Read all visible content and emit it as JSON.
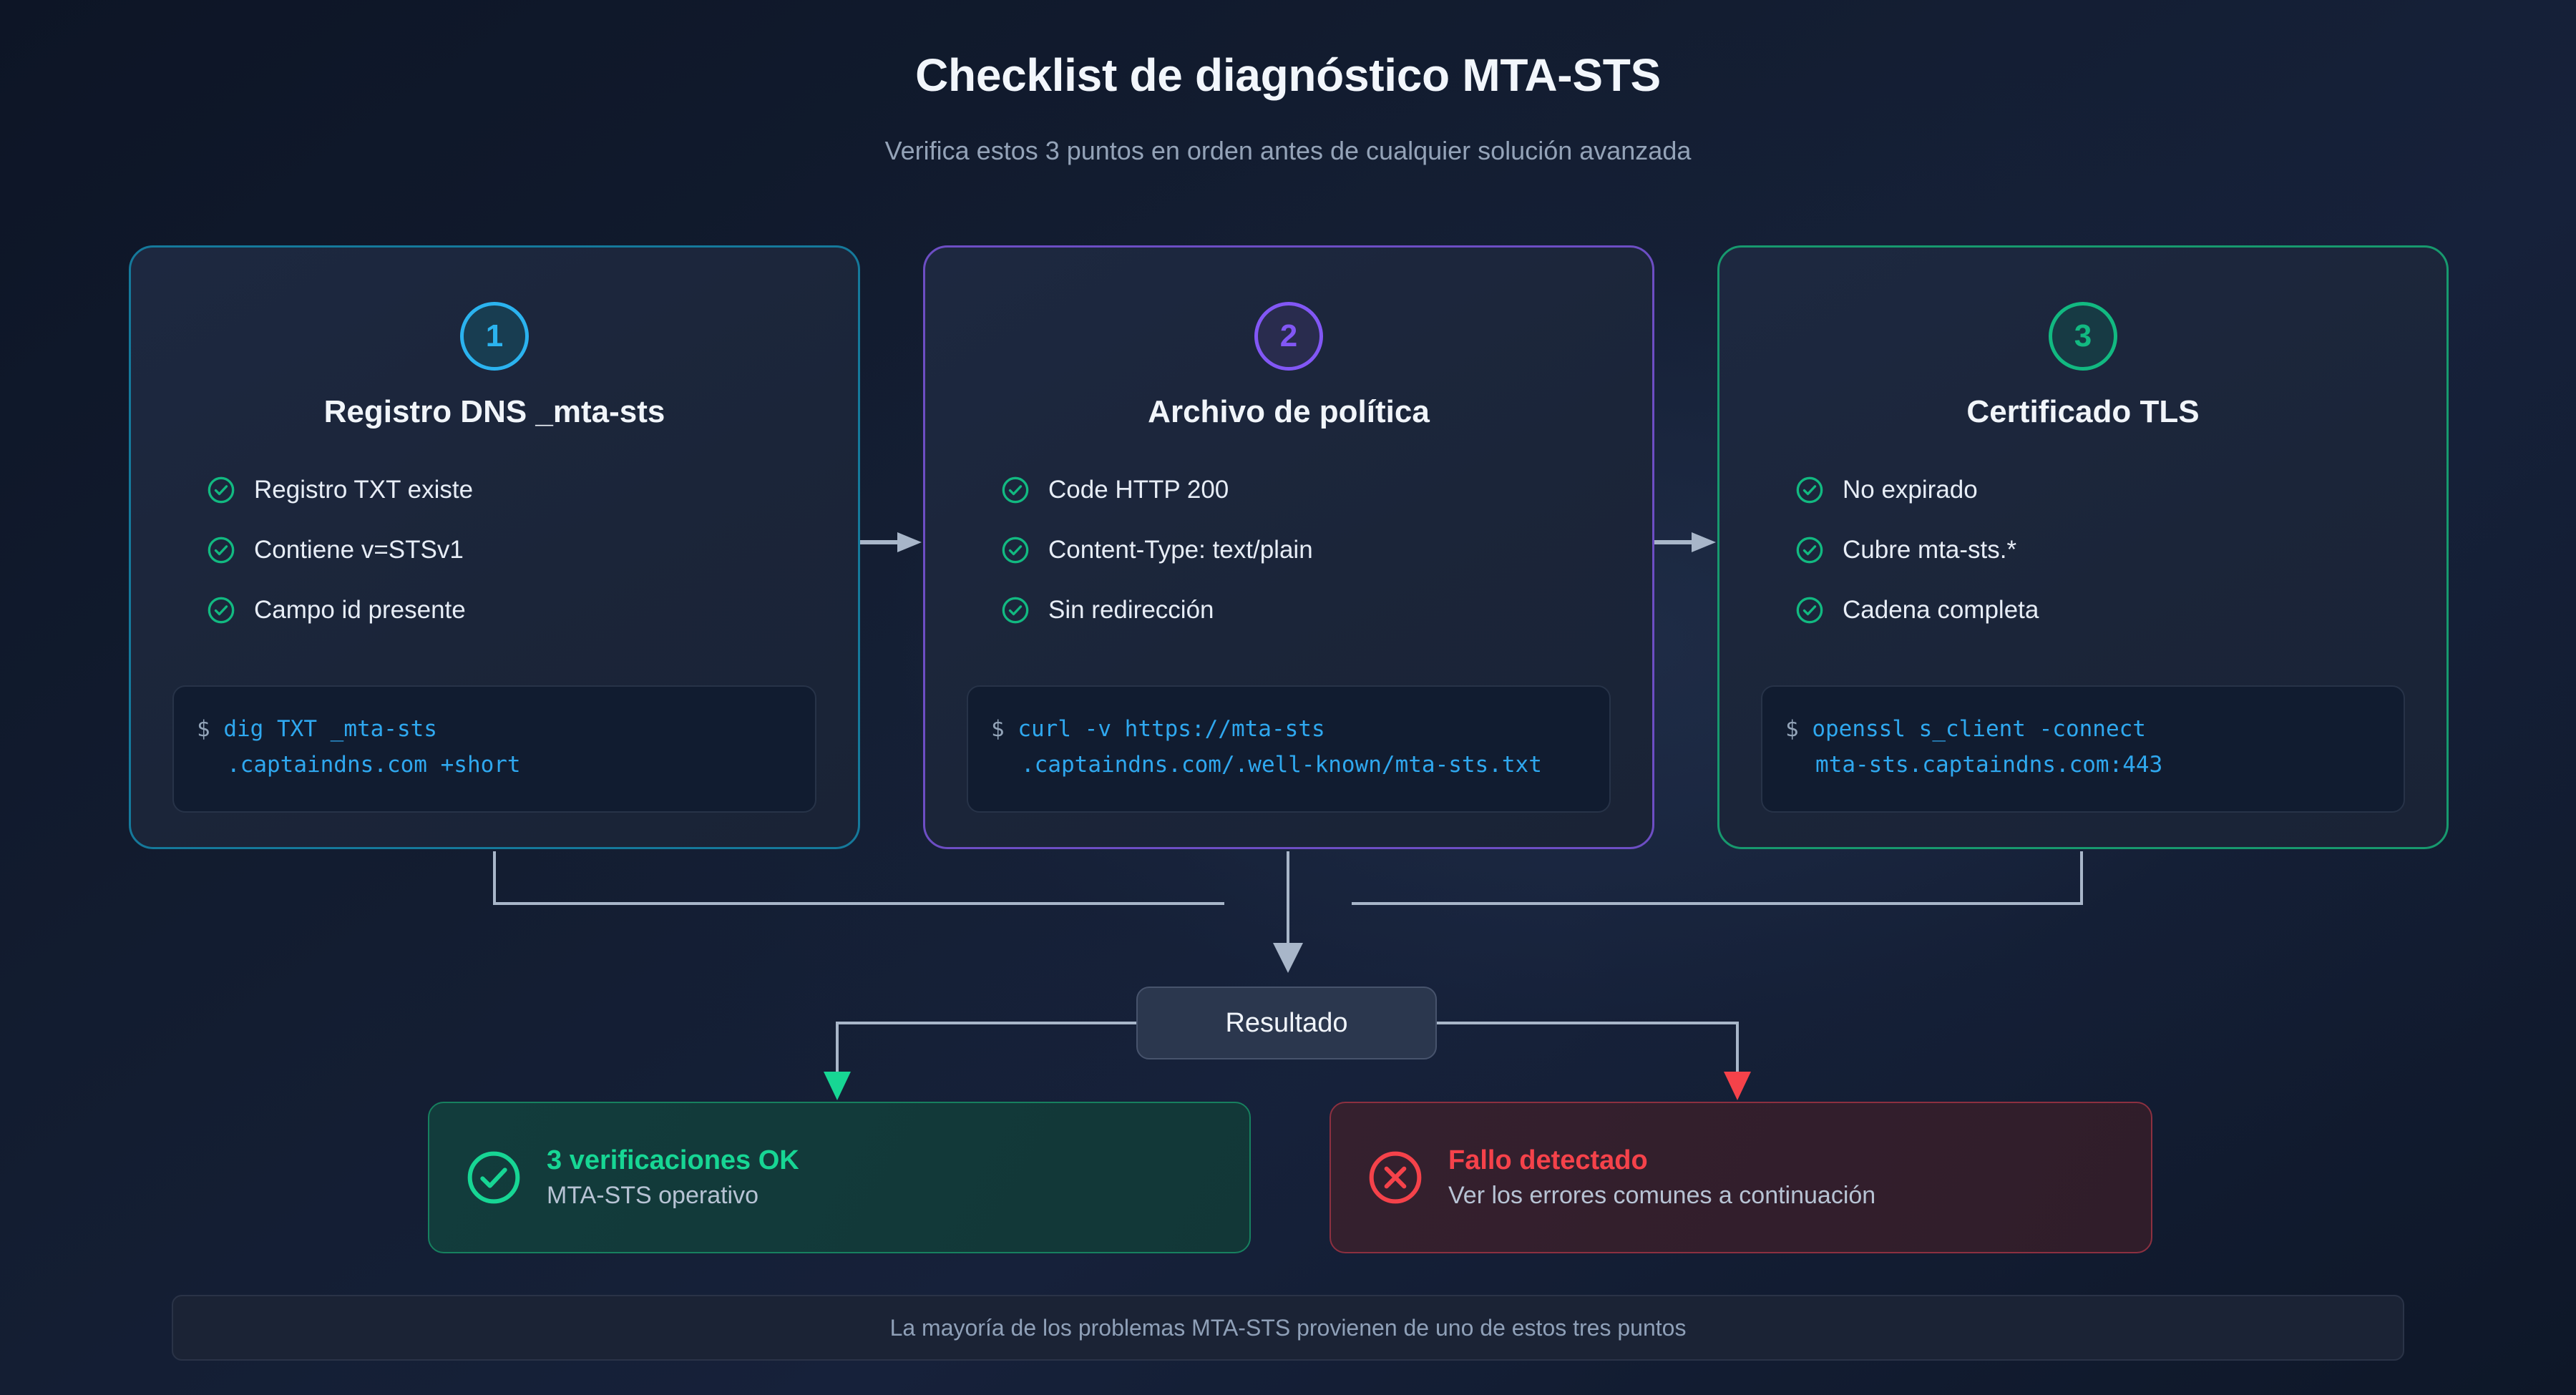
{
  "header": {
    "title": "Checklist de diagnóstico MTA-STS",
    "subtitle": "Verifica estos 3 puntos en orden antes de cualquier solución avanzada"
  },
  "colors": {
    "background": "#0f172a",
    "step1_accent": "#2bb3ef",
    "step2_accent": "#8257f5",
    "step3_accent": "#12b981",
    "check_green": "#12b981",
    "success": "#17d694",
    "error": "#f5424a",
    "code_text": "#2fa8ef",
    "connector": "#a8b6c9"
  },
  "steps": [
    {
      "number": "1",
      "title": "Registro DNS _mta-sts",
      "checks": [
        "Registro TXT existe",
        "Contiene v=STSv1",
        "Campo id presente"
      ],
      "command": {
        "prompt": "$",
        "line1": "dig TXT _mta-sts",
        "line2": ".captaindns.com +short"
      }
    },
    {
      "number": "2",
      "title": "Archivo de política",
      "checks": [
        "Code HTTP 200",
        "Content-Type: text/plain",
        "Sin redirección"
      ],
      "command": {
        "prompt": "$",
        "line1": "curl -v https://mta-sts",
        "line2": ".captaindns.com/.well-known/mta-sts.txt"
      }
    },
    {
      "number": "3",
      "title": "Certificado TLS",
      "checks": [
        "No expirado",
        "Cubre mta-sts.*",
        "Cadena completa"
      ],
      "command": {
        "prompt": "$",
        "line1": "openssl s_client -connect",
        "line2": "mta-sts.captaindns.com:443"
      }
    }
  ],
  "result_node": {
    "label": "Resultado"
  },
  "outcomes": {
    "success": {
      "title": "3 verificaciones OK",
      "subtitle": "MTA-STS operativo",
      "icon": "check-circle-icon"
    },
    "failure": {
      "title": "Fallo detectado",
      "subtitle": "Ver los errores comunes a continuación",
      "icon": "x-circle-icon"
    }
  },
  "footer": {
    "note": "La mayoría de los problemas MTA-STS provienen de uno de estos tres puntos"
  }
}
